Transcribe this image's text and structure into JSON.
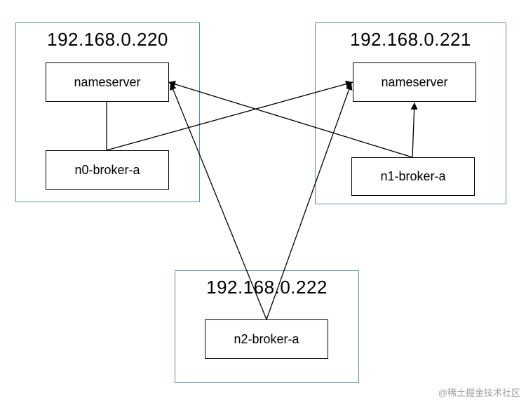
{
  "hosts": [
    {
      "ip": "192.168.0.220",
      "nodes": [
        "nameserver",
        "n0-broker-a"
      ]
    },
    {
      "ip": "192.168.0.221",
      "nodes": [
        "nameserver",
        "n1-broker-a"
      ]
    },
    {
      "ip": "192.168.0.222",
      "nodes": [
        "n2-broker-a"
      ]
    }
  ],
  "connections": [
    {
      "from": "n0-broker-a",
      "to": "nameserver@192.168.0.220"
    },
    {
      "from": "n0-broker-a",
      "to": "nameserver@192.168.0.221"
    },
    {
      "from": "n1-broker-a",
      "to": "nameserver@192.168.0.220"
    },
    {
      "from": "n1-broker-a",
      "to": "nameserver@192.168.0.221"
    },
    {
      "from": "n2-broker-a",
      "to": "nameserver@192.168.0.220"
    },
    {
      "from": "n2-broker-a",
      "to": "nameserver@192.168.0.221"
    }
  ],
  "watermark": "@稀土掘金技术社区",
  "colors": {
    "host_border": "#5b8cc4",
    "node_border": "#000000",
    "line": "#000000"
  }
}
